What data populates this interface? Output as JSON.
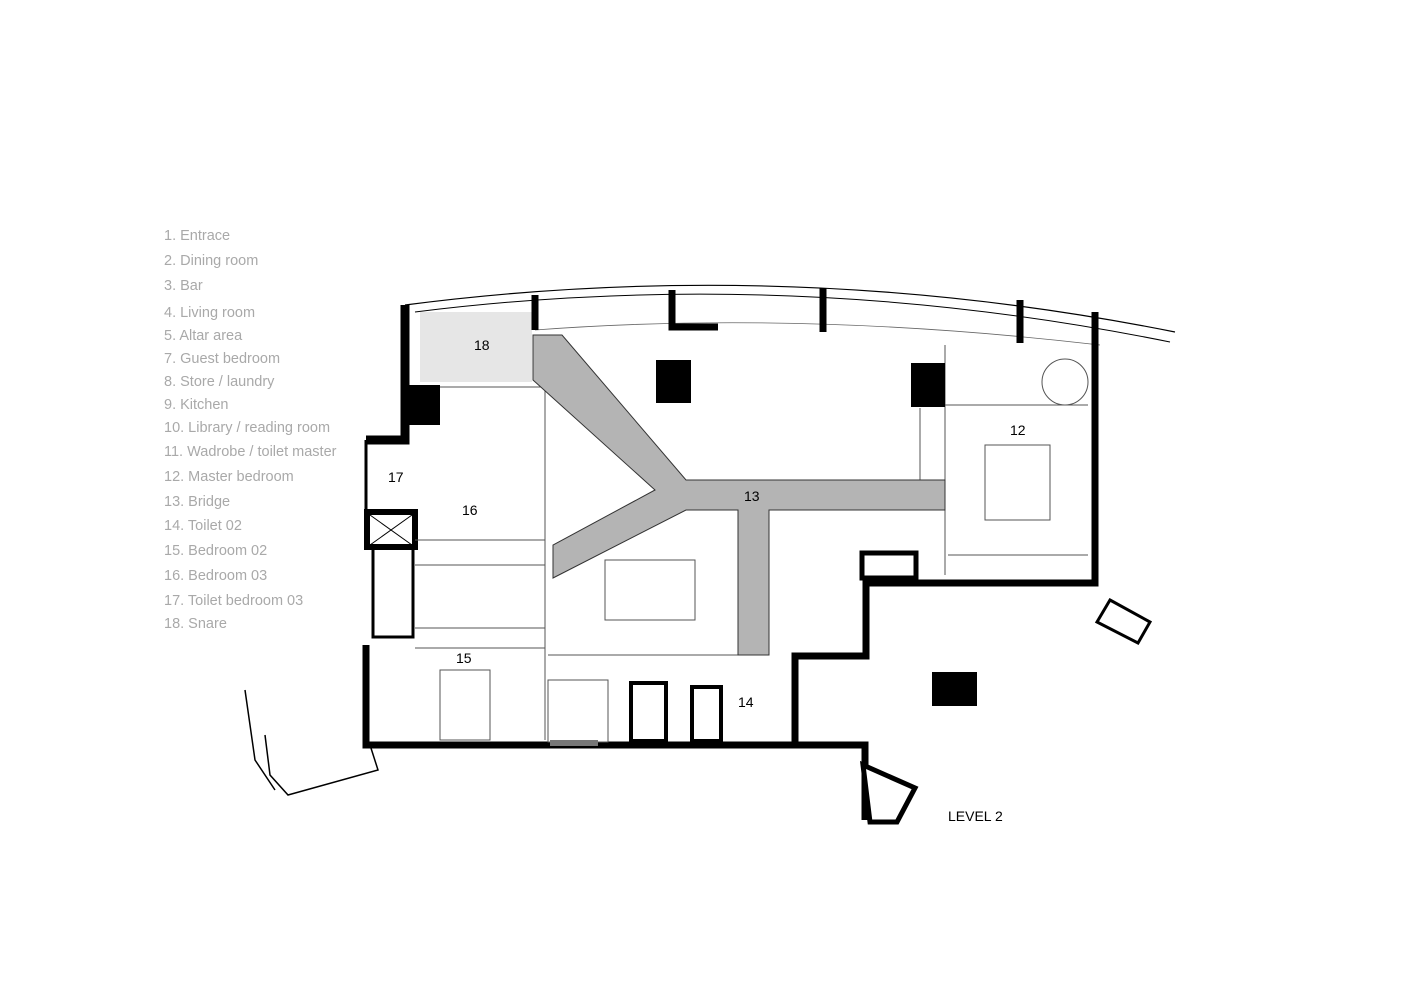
{
  "legend": [
    "1. Entrace",
    "2. Dining room",
    "3. Bar",
    "4. Living room",
    "5. Altar area",
    "7. Guest bedroom",
    "8. Store / laundry",
    "9. Kitchen",
    "10. Library / reading room",
    "11. Wadrobe / toilet master",
    "12. Master  bedroom",
    "13. Bridge",
    "14. Toilet 02",
    "15. Bedroom 02",
    "16. Bedroom 03",
    "17. Toilet bedroom 03",
    "18. Snare"
  ],
  "room_labels": {
    "r18": "18",
    "r13": "13",
    "r12": "12",
    "r17": "17",
    "r16": "16",
    "r15": "15",
    "r14": "14"
  },
  "level": "LEVEL 2",
  "colors": {
    "wall": "#000000",
    "bridge": "#b4b4b4",
    "legend": "#a9a9a9"
  }
}
